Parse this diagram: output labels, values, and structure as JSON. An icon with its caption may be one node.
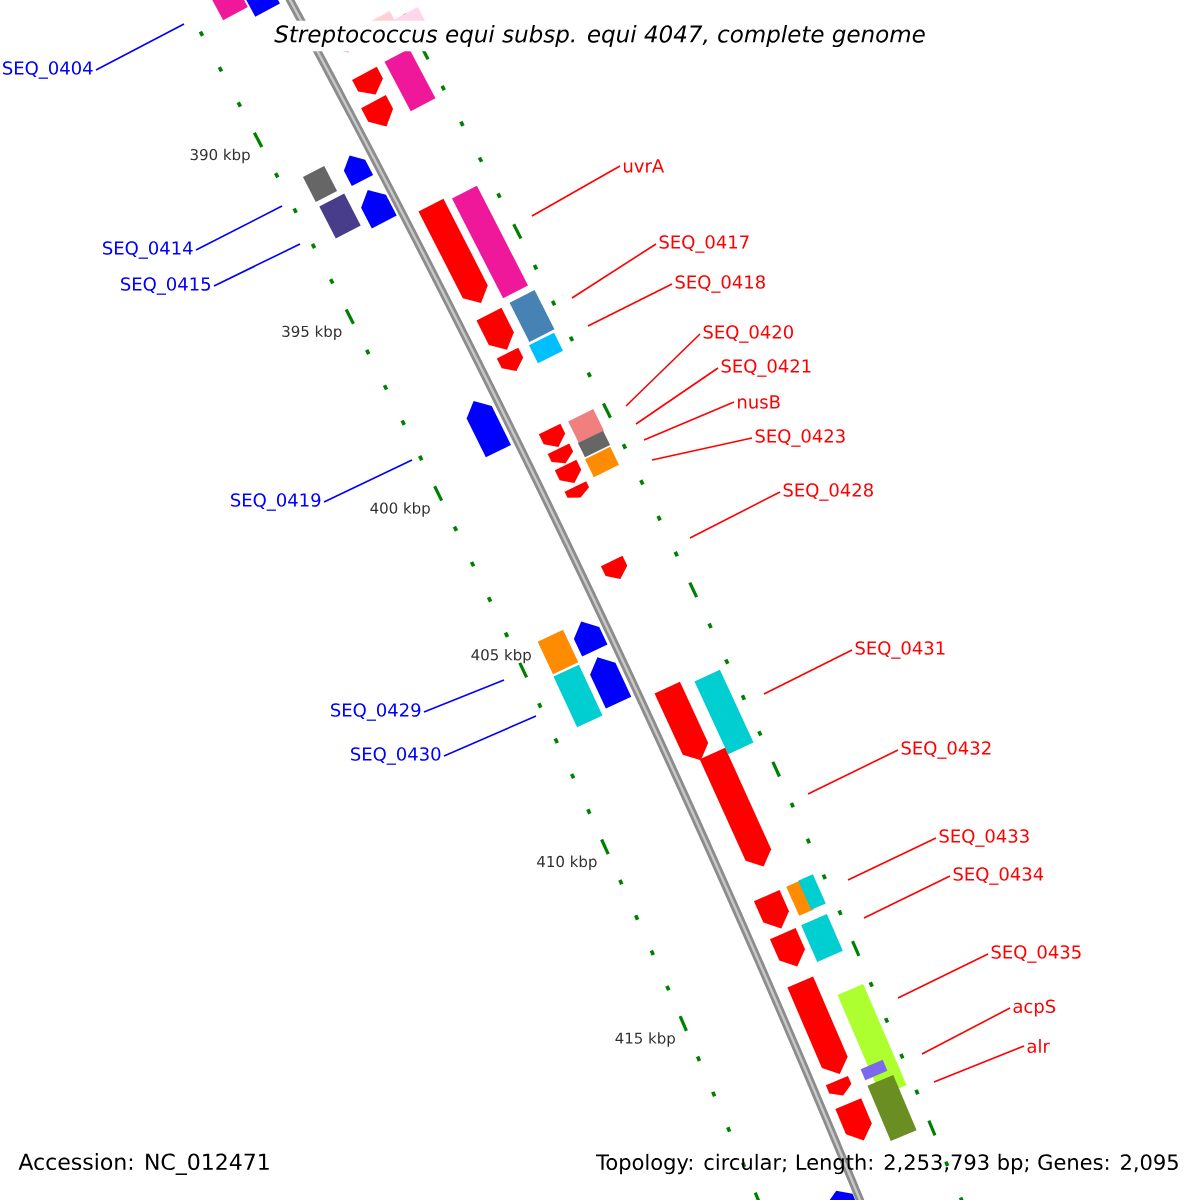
{
  "diagram": {
    "title": "Streptococcus equi subsp. equi 4047, complete genome",
    "nodes": [
      {
        "text": [
          "SEQ_0404"
        ]
      },
      {
        "text": [
          "SEQ_0414"
        ]
      },
      {
        "text": [
          "SEQ_0415"
        ]
      },
      {
        "text": [
          "SEQ_0419"
        ]
      },
      {
        "text": [
          "SEQ_0429"
        ]
      },
      {
        "text": [
          "SEQ_0430"
        ]
      },
      {
        "text": [
          "uvrA"
        ]
      },
      {
        "text": [
          "SEQ_0417"
        ]
      },
      {
        "text": [
          "SEQ_0418"
        ]
      },
      {
        "text": [
          "SEQ_0420"
        ]
      },
      {
        "text": [
          "SEQ_0421"
        ]
      },
      {
        "text": [
          "nusB"
        ]
      },
      {
        "text": [
          "SEQ_0423"
        ]
      },
      {
        "text": [
          "SEQ_0428"
        ]
      },
      {
        "text": [
          "SEQ_0431"
        ]
      },
      {
        "text": [
          "SEQ_0432"
        ]
      },
      {
        "text": [
          "SEQ_0433"
        ]
      },
      {
        "text": [
          "SEQ_0434"
        ]
      },
      {
        "text": [
          "SEQ_0435"
        ]
      },
      {
        "text": [
          "acpS"
        ]
      },
      {
        "text": [
          "alr"
        ]
      }
    ],
    "edges": [
      {
        "from": 0,
        "to": null,
        "arrow": "none",
        "color": "#0000ff"
      },
      {
        "from": 1,
        "to": null,
        "arrow": "none",
        "color": "#0000ff"
      },
      {
        "from": 2,
        "to": null,
        "arrow": "none",
        "color": "#0000ff"
      },
      {
        "from": 3,
        "to": null,
        "arrow": "none",
        "color": "#0000ff"
      },
      {
        "from": 4,
        "to": null,
        "arrow": "none",
        "color": "#0000ff"
      },
      {
        "from": 5,
        "to": null,
        "arrow": "none",
        "color": "#0000ff"
      },
      {
        "from": 6,
        "to": null,
        "arrow": "none"
      },
      {
        "from": 7,
        "to": null,
        "arrow": "none"
      },
      {
        "from": 8,
        "to": null,
        "arrow": "none"
      },
      {
        "from": 9,
        "to": null,
        "arrow": "none"
      },
      {
        "from": 10,
        "to": null,
        "arrow": "none"
      },
      {
        "from": 11,
        "to": null,
        "arrow": "none"
      },
      {
        "from": 12,
        "to": null,
        "arrow": "none"
      },
      {
        "from": 13,
        "to": null,
        "arrow": "none"
      },
      {
        "from": 14,
        "to": null,
        "arrow": "none"
      },
      {
        "from": 15,
        "to": null,
        "arrow": "none"
      },
      {
        "from": 16,
        "to": null,
        "arrow": "none"
      },
      {
        "from": 17,
        "to": null,
        "arrow": "none"
      },
      {
        "from": 18,
        "to": null,
        "arrow": "none"
      },
      {
        "from": 19,
        "to": null,
        "arrow": "none"
      },
      {
        "from": 20,
        "to": null,
        "arrow": "none"
      }
    ],
    "labels": [
      "390 kbp",
      "395 kbp",
      "400 kbp",
      "405 kbp",
      "410 kbp",
      "415 kbp",
      "Accession: NC_012471",
      "Topology: circular; Length: 2,253,793 bp; Genes: 2,095"
    ]
  }
}
